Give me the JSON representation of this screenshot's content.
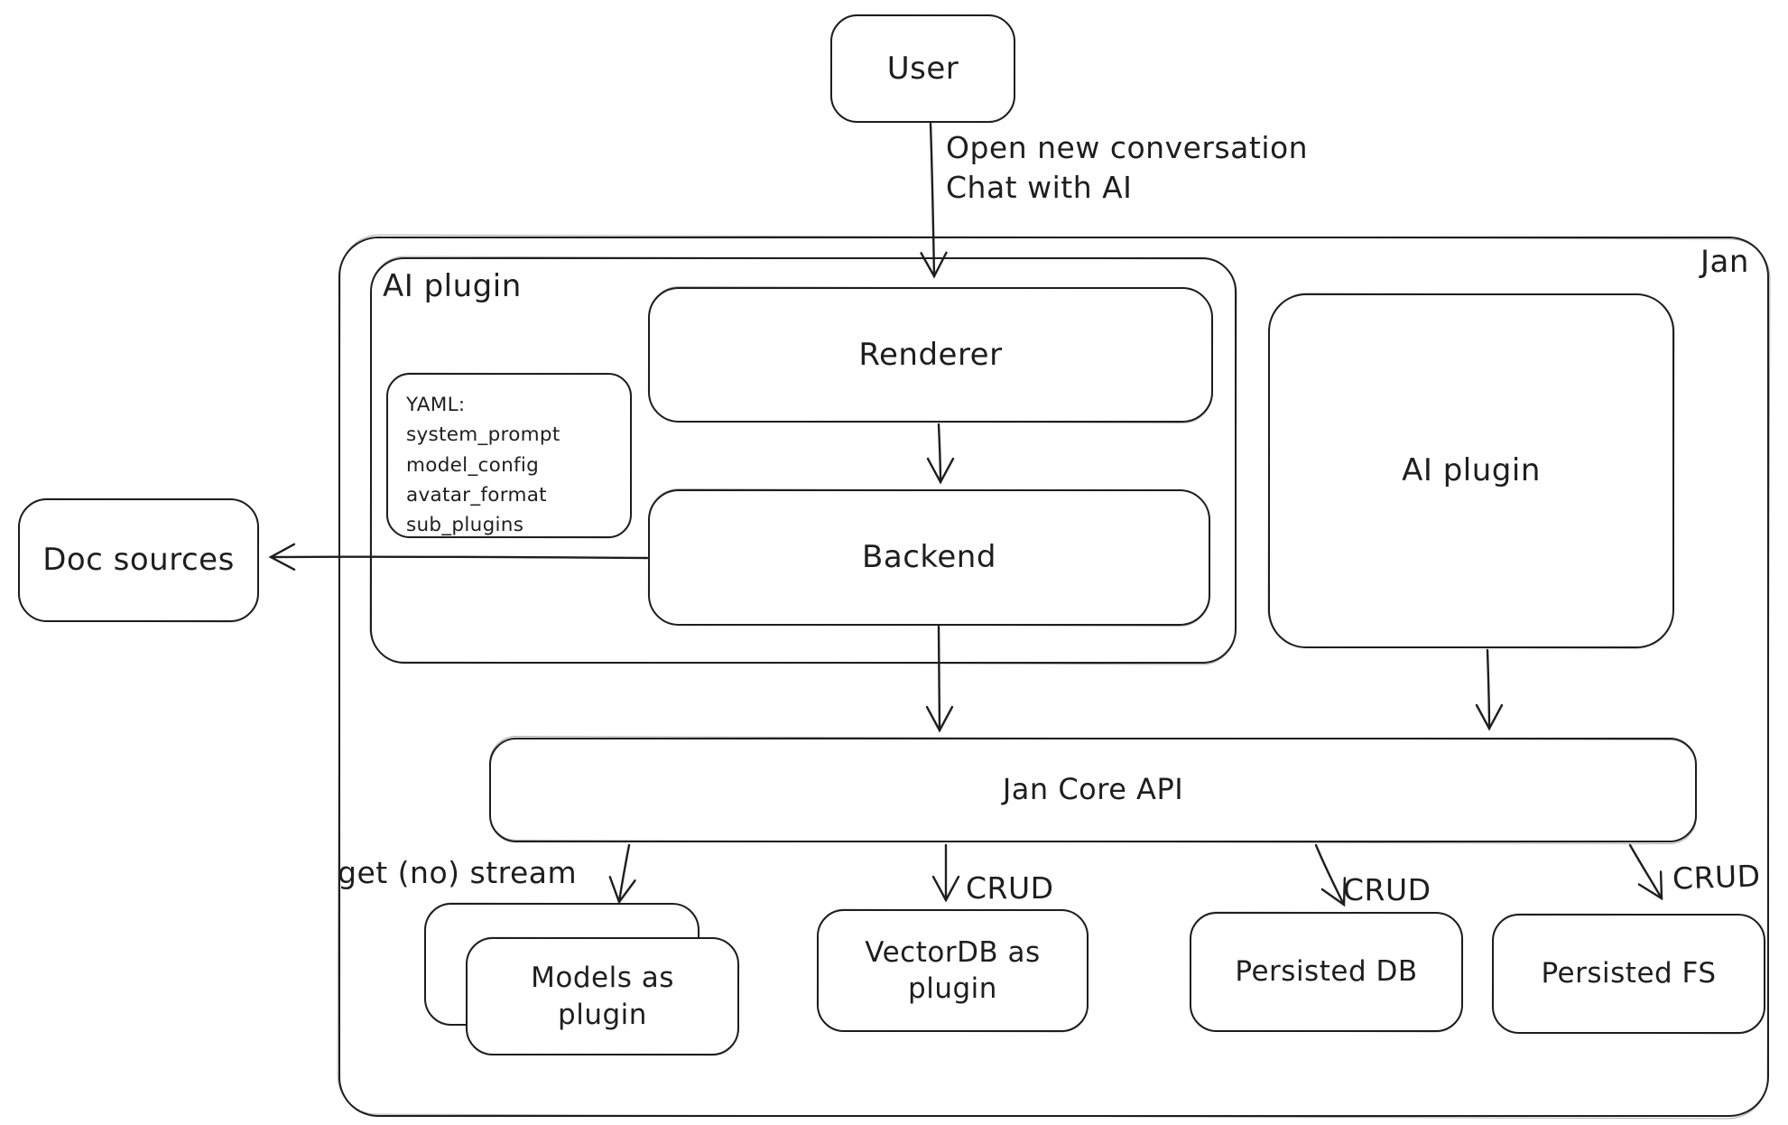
{
  "diagram": {
    "colors": {
      "stroke": "#1e1e1e",
      "background": "#ffffff"
    },
    "containers": {
      "jan": {
        "label": "Jan"
      },
      "ai_plugin_group": {
        "label": "AI plugin"
      }
    },
    "nodes": {
      "user": {
        "label": "User"
      },
      "yaml_note": {
        "text": "YAML:\nsystem_prompt\nmodel_config\navatar_format\nsub_plugins"
      },
      "renderer": {
        "label": "Renderer"
      },
      "backend": {
        "label": "Backend"
      },
      "ai_plugin_right": {
        "label": "AI plugin"
      },
      "doc_sources": {
        "label": "Doc sources"
      },
      "jan_core_api": {
        "label": "Jan Core API"
      },
      "models_as_plugin": {
        "label": "Models as\nplugin"
      },
      "vectordb_as_plugin": {
        "label": "VectorDB as\nplugin"
      },
      "persisted_db": {
        "label": "Persisted DB"
      },
      "persisted_fs": {
        "label": "Persisted FS"
      }
    },
    "edges": {
      "user_to_renderer": {
        "label": "Open new conversation\nChat with AI"
      },
      "api_to_models": {
        "label": "get (no) stream"
      },
      "api_to_vectordb": {
        "label": "CRUD"
      },
      "api_to_persisted_db": {
        "label": "CRUD"
      },
      "api_to_persisted_fs": {
        "label": "CRUD"
      }
    }
  }
}
